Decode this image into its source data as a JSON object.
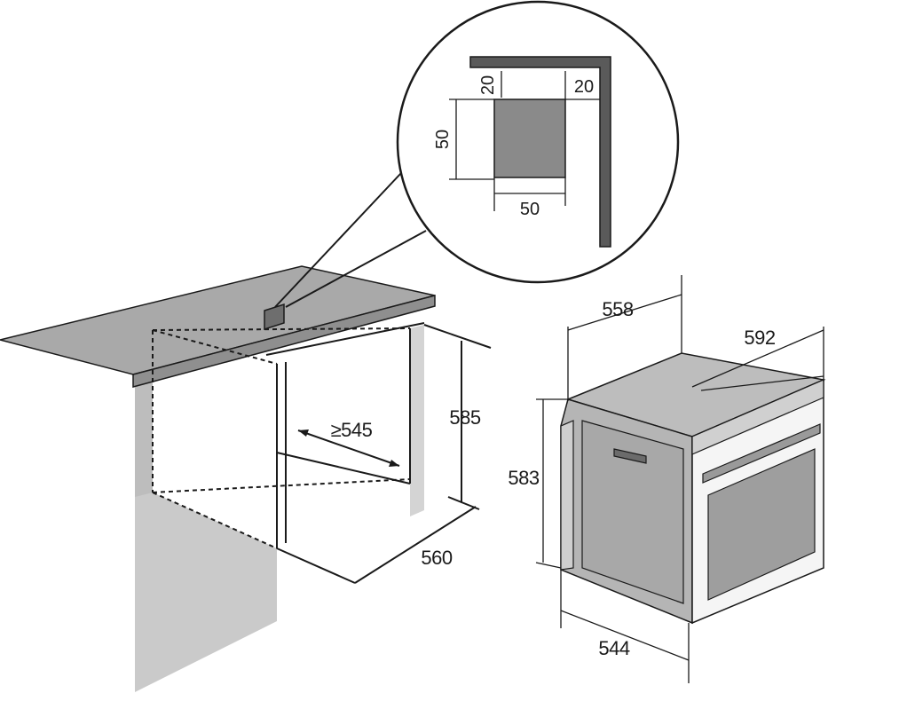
{
  "dimensions": {
    "detail_left": "20",
    "detail_right": "20",
    "detail_height": "50",
    "detail_width": "50",
    "niche_depth": "≥545",
    "niche_height": "585",
    "niche_width": "560",
    "oven_depth": "558",
    "oven_width": "592",
    "oven_height": "583",
    "oven_body_width": "544"
  },
  "colors": {
    "line": "#1a1a1a",
    "cabinet_shade": "#c8c8c8",
    "countertop": "#a9a9a9",
    "oven_body": "#b5b5b5",
    "oven_top": "#bdbdbd",
    "detail_square": "#8a8a8a"
  }
}
